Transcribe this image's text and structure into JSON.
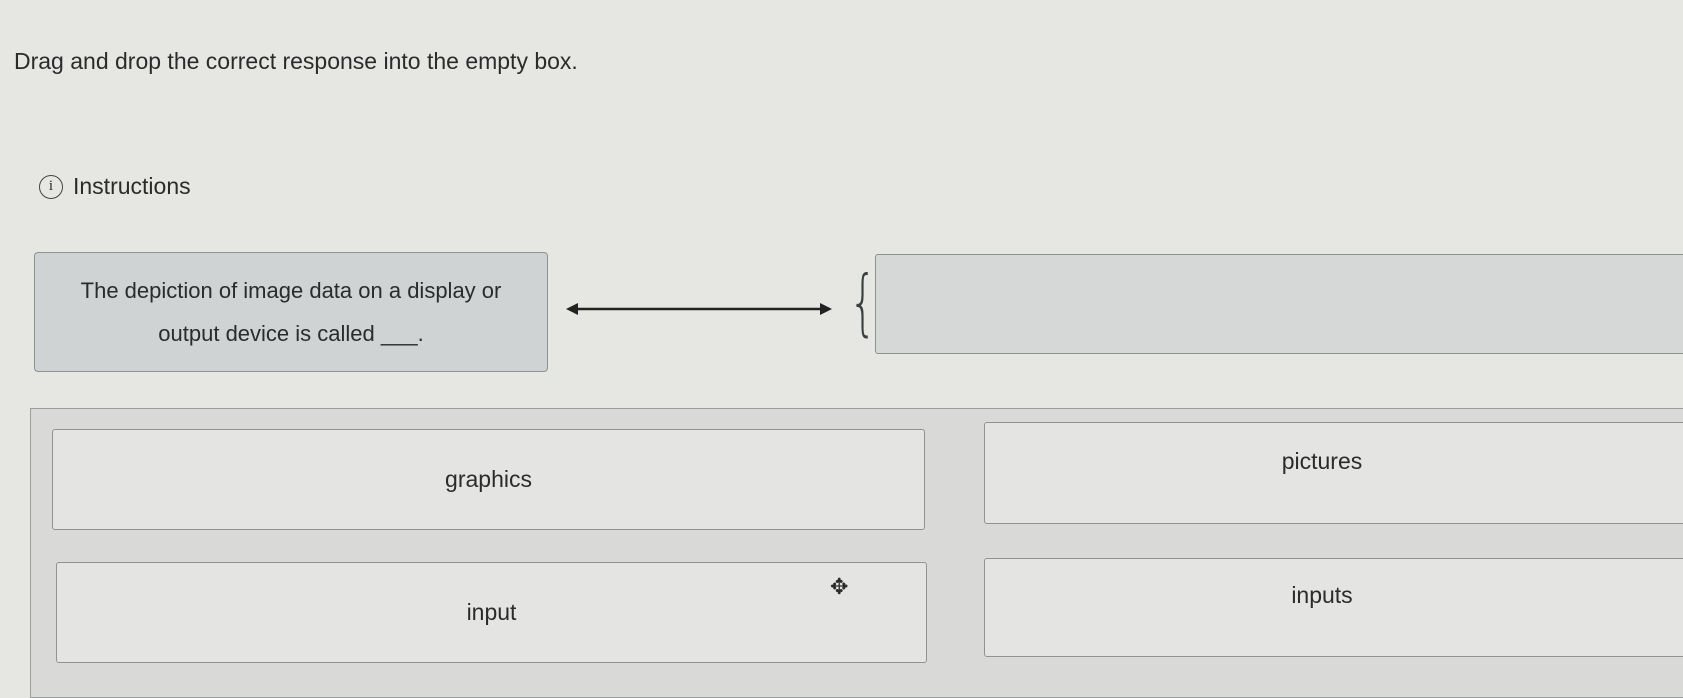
{
  "prompt": "Drag and drop the correct response into the empty box.",
  "instructions_label": "Instructions",
  "question": "The depiction of image data on a display or output device is called ___.",
  "drop_target": "",
  "options": [
    "graphics",
    "pictures",
    "input",
    "inputs"
  ],
  "icons": {
    "info": "info-circle-icon",
    "arrow": "double-arrow-icon",
    "cursor": "move-cursor-icon"
  }
}
